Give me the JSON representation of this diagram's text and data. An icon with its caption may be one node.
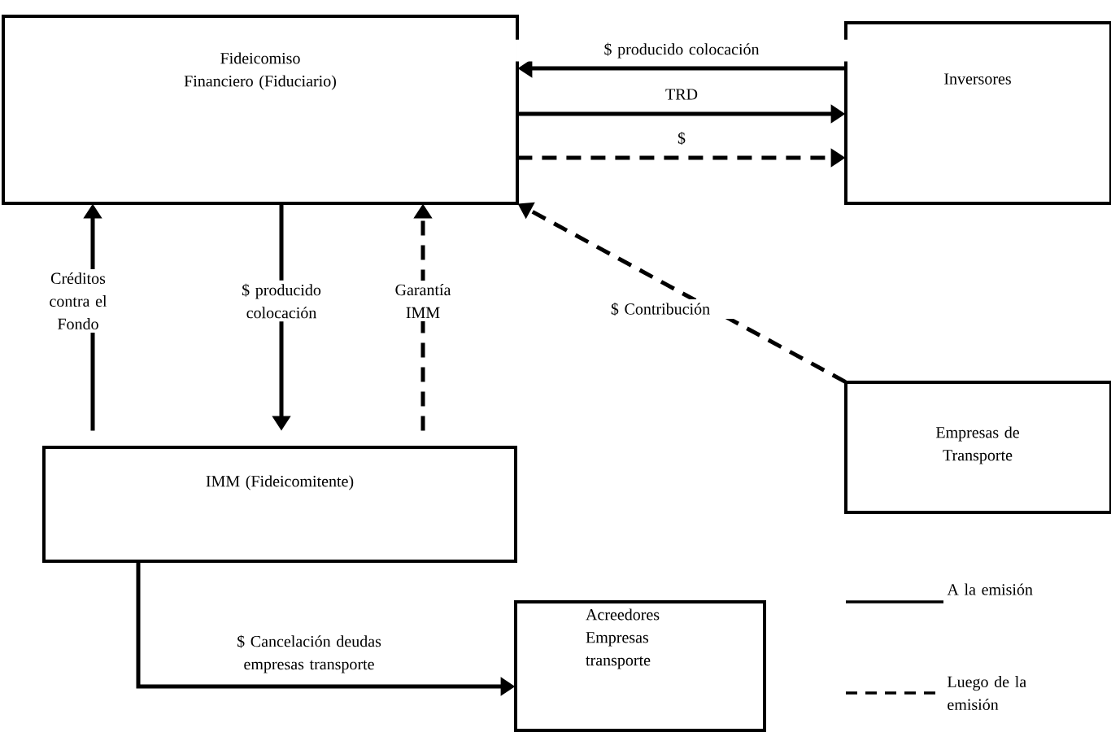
{
  "diagram": {
    "nodes": [
      {
        "text": [
          "Fideicomiso Financiero (Fiduciario)"
        ]
      },
      {
        "text": [
          "Inversores"
        ]
      },
      {
        "text": [
          "Empresas de Transporte"
        ]
      },
      {
        "text": [
          "IMM (Fideicomitente)"
        ]
      },
      {
        "text": [
          "Acreedores Empresas transporte"
        ]
      }
    ],
    "edges": [
      {
        "from": 1,
        "to": 0,
        "arrow": "to",
        "label": "$ producido colocación"
      },
      {
        "from": 0,
        "to": 1,
        "arrow": "to",
        "label": "TRD"
      },
      {
        "from": 0,
        "to": 1,
        "arrow": "to",
        "label": "$",
        "style": "dashed"
      },
      {
        "from": 2,
        "to": 0,
        "arrow": "to",
        "label": "$ Contribución",
        "style": "dashed"
      },
      {
        "from": 3,
        "to": 0,
        "arrow": "to",
        "label": "Créditos contra el Fondo"
      },
      {
        "from": 0,
        "to": 3,
        "arrow": "to",
        "label": "$ producido colocación"
      },
      {
        "from": 3,
        "to": 0,
        "arrow": "to",
        "label": "Garantía IMM",
        "style": "dashed"
      },
      {
        "from": 3,
        "to": 4,
        "arrow": "to",
        "label": "$ Cancelación deudas empresas transporte"
      }
    ],
    "legend": [
      {
        "text": "A la emisión"
      },
      {
        "text": "Luego de la emisión"
      }
    ]
  }
}
